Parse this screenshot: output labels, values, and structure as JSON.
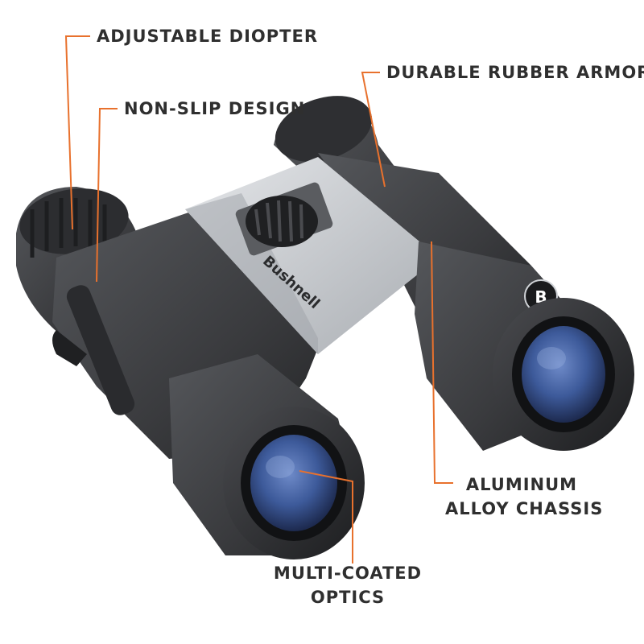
{
  "callouts": {
    "adjustable_diopter": "ADJUSTABLE DIOPTER",
    "non_slip_design": "NON-SLIP DESIGN",
    "durable_rubber_armor": "DURABLE RUBBER ARMOR",
    "alloy_chassis_line1": "ALUMINUM",
    "alloy_chassis_line2": "ALLOY CHASSIS",
    "optics_line1": "MULTI-COATED",
    "optics_line2": "OPTICS"
  },
  "brand": {
    "bridge_text": "Bushnell",
    "badge_letter": "B"
  },
  "colors": {
    "leader_line": "#e8712d",
    "label_text": "#2f2f2f",
    "body_rubber": "#3a3b3e",
    "alloy_bridge": "#c9ccd0",
    "lens_blue": "#3d5a9a"
  },
  "icons": {
    "brand_badge": "bushnell-b-logo-icon",
    "focus_wheel": "focus-wheel-icon"
  }
}
